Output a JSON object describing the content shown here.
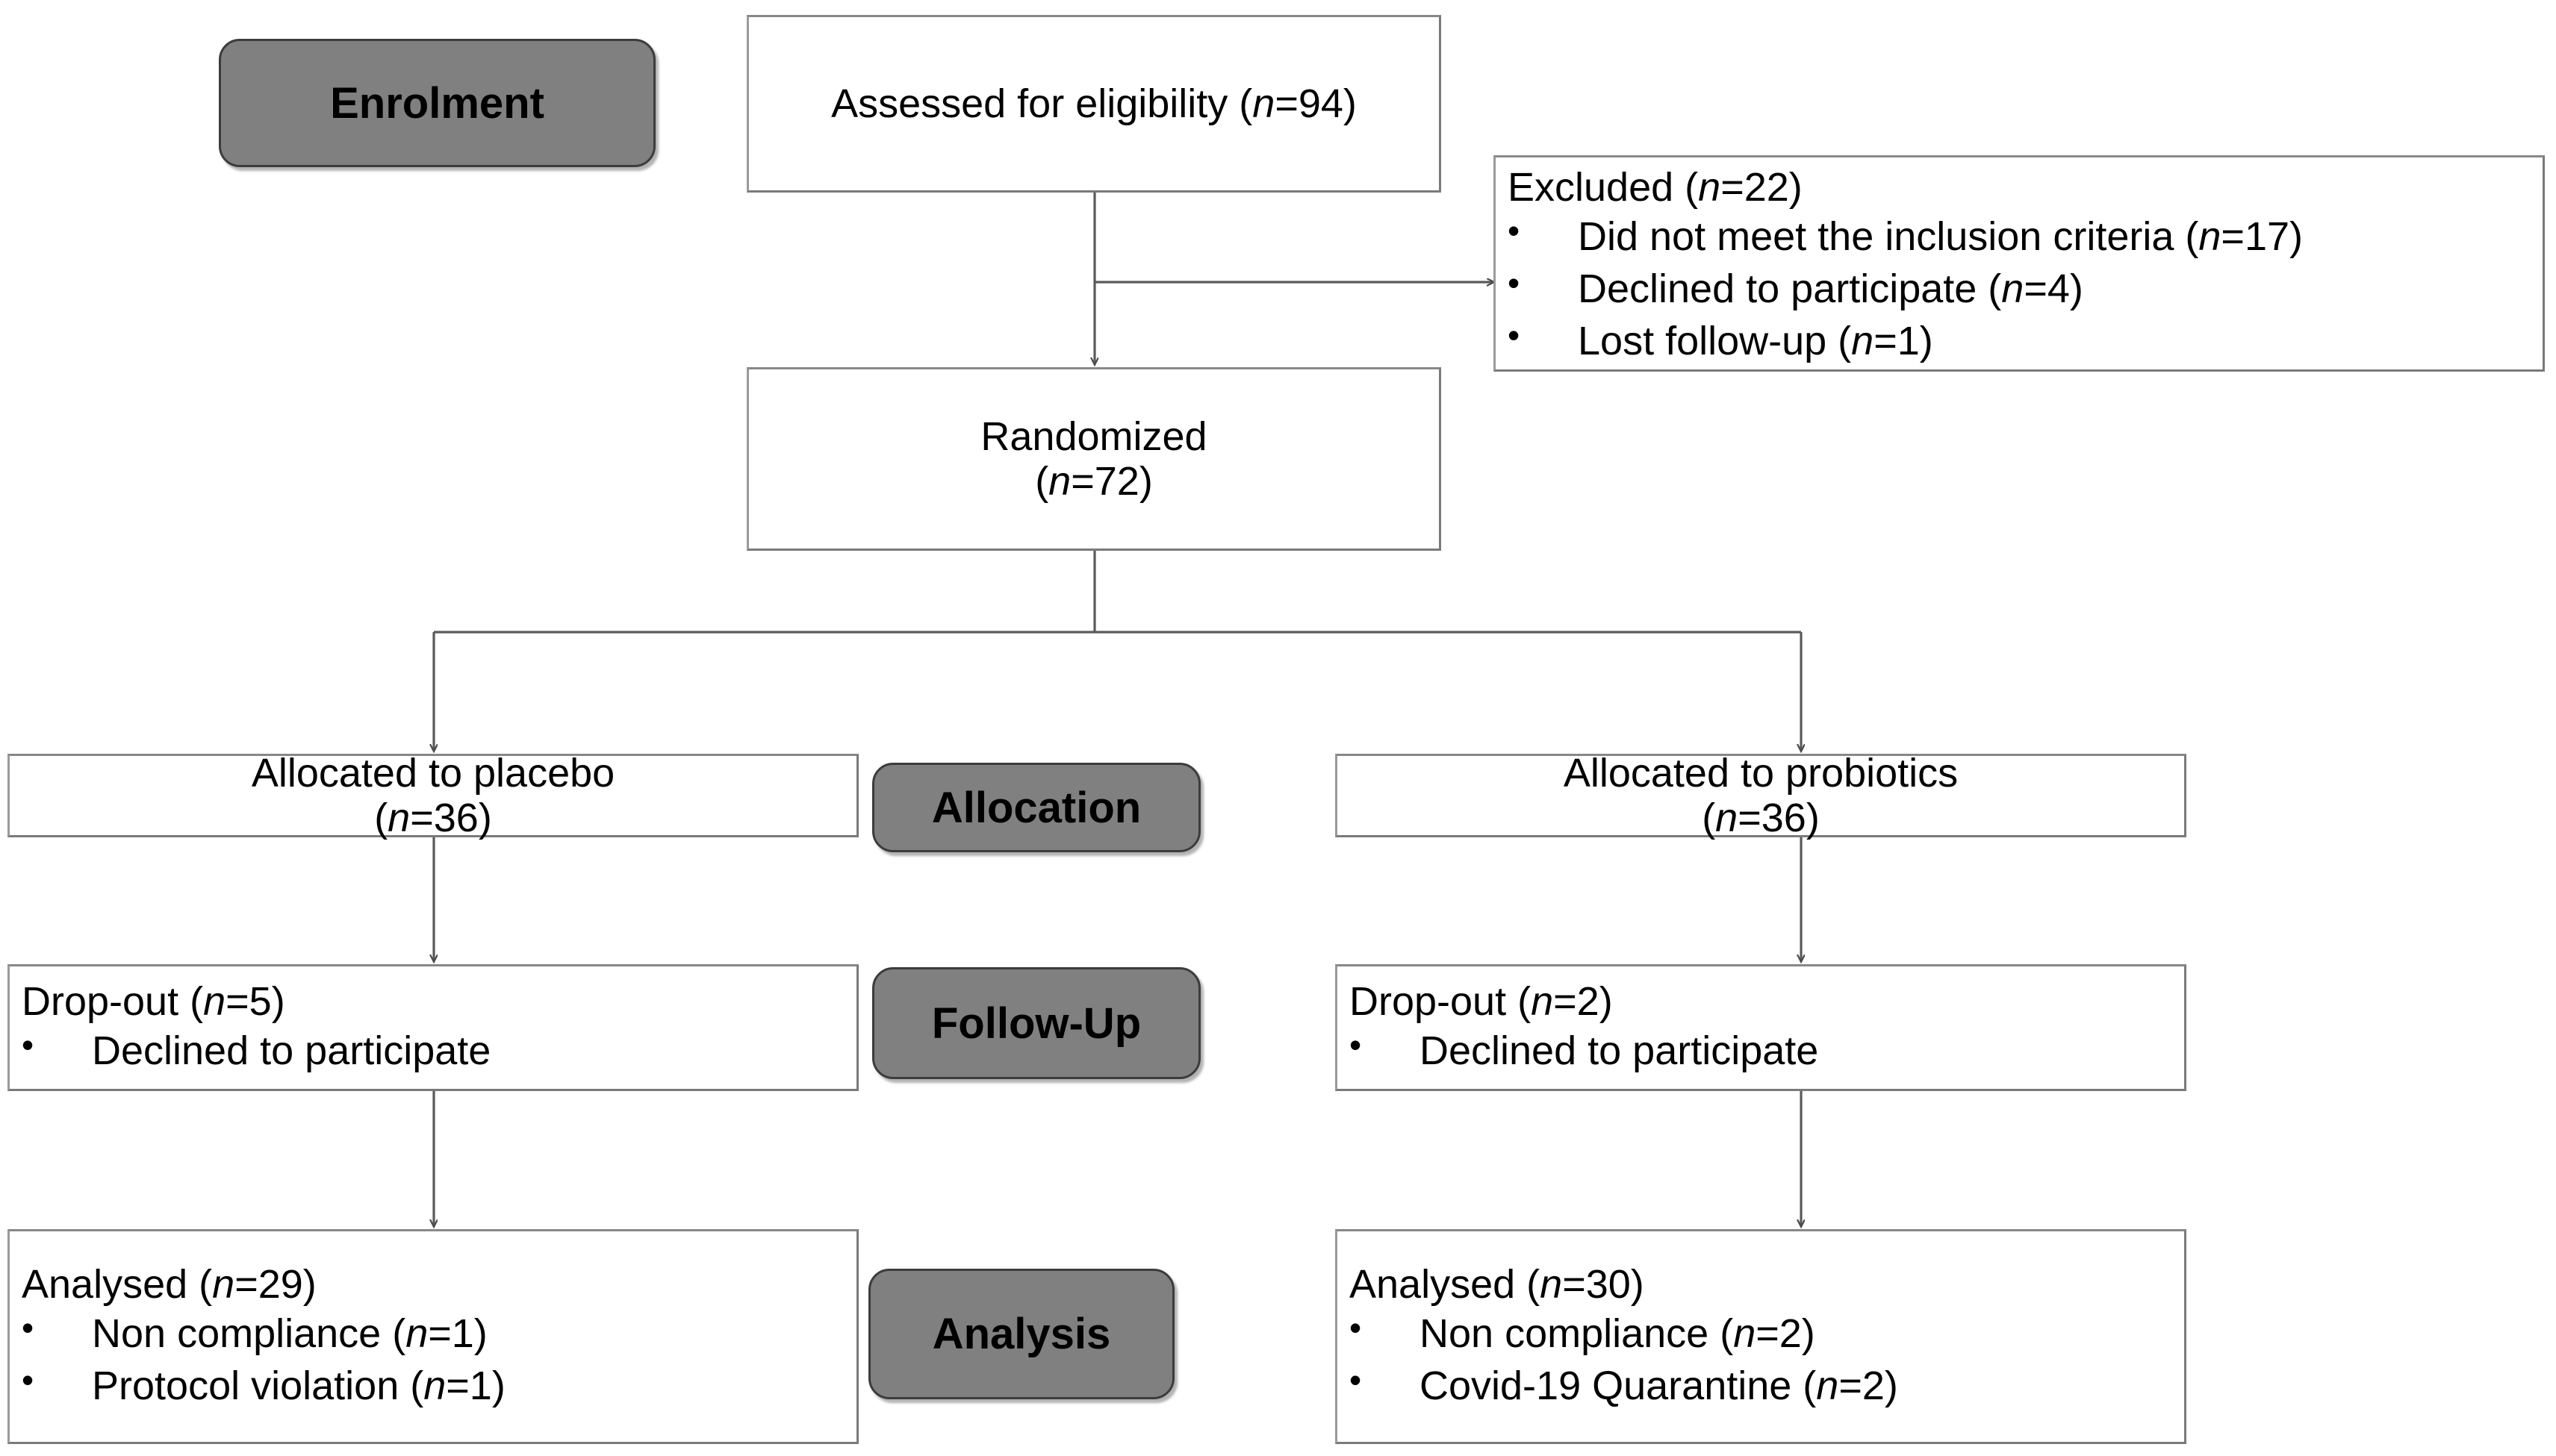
{
  "diagram": {
    "type": "consort-flow-diagram",
    "title": "CONSORT participant flow",
    "colors": {
      "badge_fill": "#808080",
      "badge_border": "#3c3c3c",
      "box_border": "#7a7a7a",
      "box_fill": "#ffffff",
      "text": "#000000",
      "connector": "#5a5a5a"
    },
    "stage_badges": [
      {
        "id": "enrolment",
        "label": "Enrolment"
      },
      {
        "id": "allocation",
        "label": "Allocation"
      },
      {
        "id": "followup",
        "label": "Follow-Up"
      },
      {
        "id": "analysis",
        "label": "Analysis"
      }
    ],
    "nodes": {
      "assessed": {
        "line1": "Assessed for eligibility (",
        "n_symbol": "n",
        "line2": "=94)",
        "count": 94
      },
      "excluded": {
        "header_pre": "Excluded (",
        "header_n": "n",
        "header_post": "=22)",
        "count": 22,
        "items": [
          {
            "pre": "Did not meet the inclusion criteria (",
            "n": "n",
            "post": "=17)",
            "count": 17
          },
          {
            "pre": "Declined to participate (",
            "n": "n",
            "post": "=4)",
            "count": 4
          },
          {
            "pre": "Lost follow-up (",
            "n": "n",
            "post": "=1)",
            "count": 1
          }
        ]
      },
      "randomized": {
        "line1": "Randomized",
        "line2_pre": "(",
        "line2_n": "n",
        "line2_post": "=72)",
        "count": 72
      },
      "alloc_placebo": {
        "line1": "Allocated to placebo",
        "line2_pre": "(",
        "line2_n": "n",
        "line2_post": "=36)",
        "count": 36
      },
      "alloc_probiotics": {
        "line1": "Allocated to probiotics",
        "line2_pre": "(",
        "line2_n": "n",
        "line2_post": "=36)",
        "count": 36
      },
      "dropout_placebo": {
        "header_pre": "Drop-out (",
        "header_n": "n",
        "header_post": "=5)",
        "count": 5,
        "items": [
          {
            "pre": "Declined to participate",
            "n": "",
            "post": ""
          }
        ]
      },
      "dropout_probiotics": {
        "header_pre": "Drop-out (",
        "header_n": "n",
        "header_post": "=2)",
        "count": 2,
        "items": [
          {
            "pre": "Declined to participate",
            "n": "",
            "post": ""
          }
        ]
      },
      "analysed_placebo": {
        "header_pre": "Analysed (",
        "header_n": "n",
        "header_post": "=29)",
        "count": 29,
        "items": [
          {
            "pre": "Non compliance (",
            "n": "n",
            "post": "=1)",
            "count": 1
          },
          {
            "pre": "Protocol violation (",
            "n": "n",
            "post": "=1)",
            "count": 1
          }
        ]
      },
      "analysed_probiotics": {
        "header_pre": "Analysed (",
        "header_n": "n",
        "header_post": "=30)",
        "count": 30,
        "items": [
          {
            "pre": "Non compliance (",
            "n": "n",
            "post": "=2)",
            "count": 2
          },
          {
            "pre": "Covid-19 Quarantine (",
            "n": "n",
            "post": "=2)",
            "count": 2
          }
        ]
      }
    }
  }
}
